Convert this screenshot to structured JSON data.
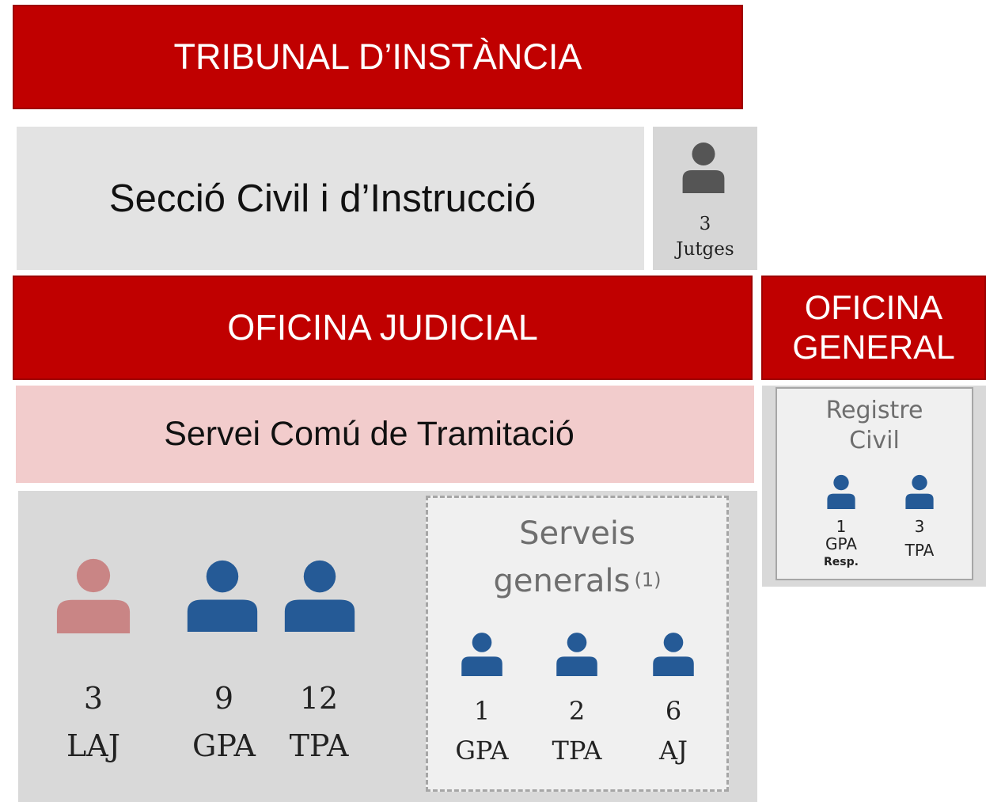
{
  "header": {
    "tribunal_title": "TRIBUNAL D’INSTÀNCIA"
  },
  "seccio": {
    "title": "Secció Civil i d’Instrucció",
    "judges_count": "3",
    "judges_label": "Jutges"
  },
  "oficina_judicial": {
    "title": "OFICINA JUDICIAL"
  },
  "oficina_general": {
    "title_line1": "OFICINA",
    "title_line2": "GENERAL",
    "registre_line1": "Registre",
    "registre_line2": "Civil",
    "staff": [
      {
        "count": "1",
        "label": "GPA",
        "sub": "Resp."
      },
      {
        "count": "3",
        "label": "TPA",
        "sub": ""
      }
    ]
  },
  "servei_comu": {
    "title": "Servei Comú de Tramitació",
    "staff": [
      {
        "count": "3",
        "label": "LAJ"
      },
      {
        "count": "9",
        "label": "GPA"
      },
      {
        "count": "12",
        "label": "TPA"
      }
    ]
  },
  "serveis_generals": {
    "title_line1": "Serveis",
    "title_line2": "generals",
    "footnote_mark": "(1)",
    "staff": [
      {
        "count": "1",
        "label": "GPA"
      },
      {
        "count": "2",
        "label": "TPA"
      },
      {
        "count": "6",
        "label": "AJ"
      }
    ]
  },
  "colors": {
    "red": "#c00000",
    "blue_person": "#255a96",
    "pink_person": "#c98585",
    "grey_person": "#555555"
  },
  "icons": {
    "person": "person-icon"
  }
}
